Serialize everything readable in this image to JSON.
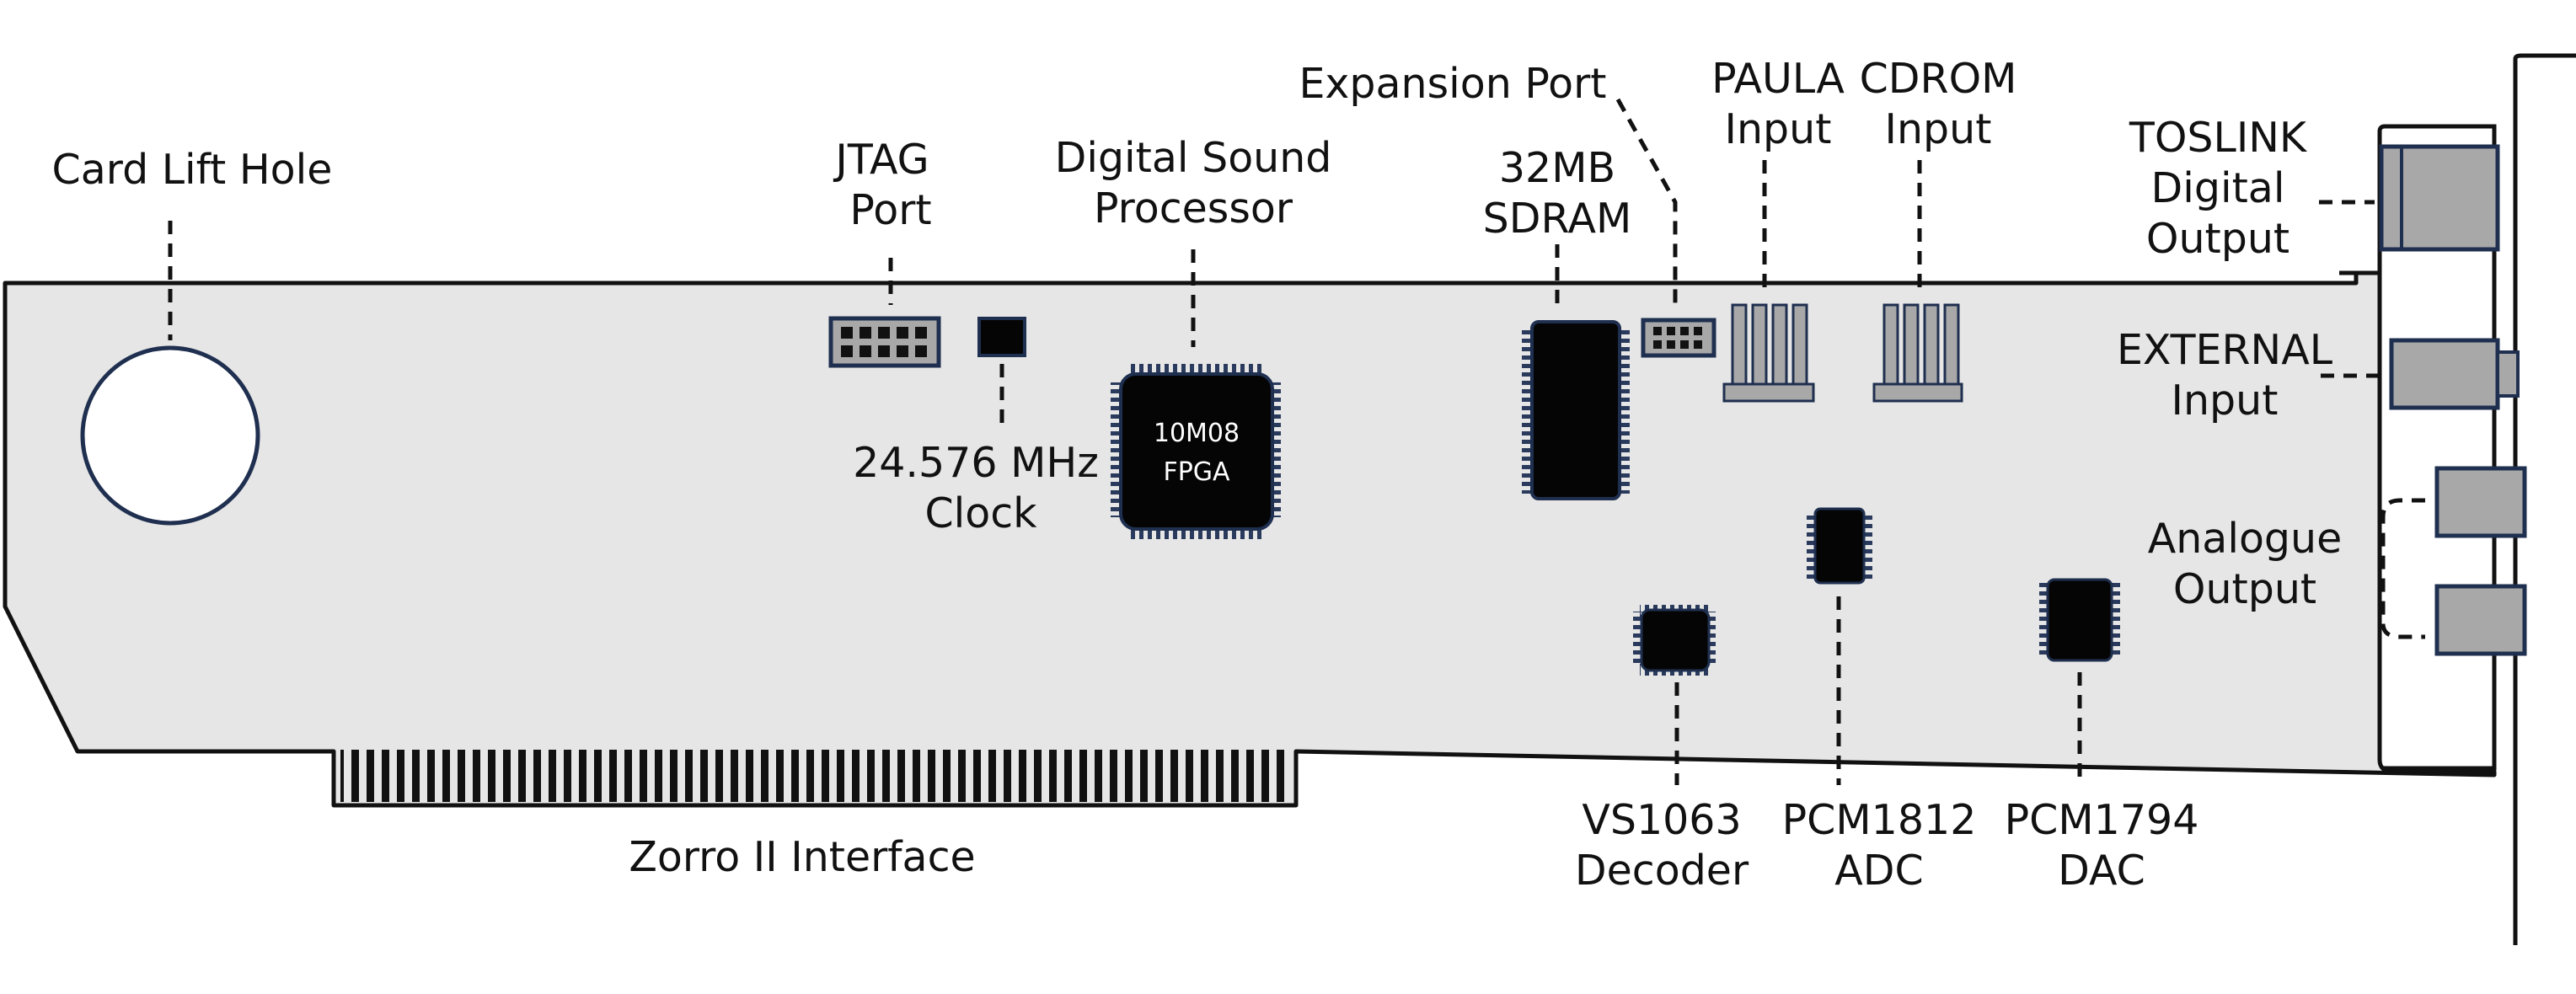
{
  "diagram": {
    "labels": {
      "card_lift_hole": "Card Lift Hole",
      "jtag_l1": "JTAG",
      "jtag_l2": "Port",
      "dsp_l1": "Digital Sound",
      "dsp_l2": "Processor",
      "clock_l1": "24.576 MHz",
      "clock_l2": "Clock",
      "expansion_port": "Expansion Port",
      "sdram_l1": "32MB",
      "sdram_l2": "SDRAM",
      "paula_l1": "PAULA",
      "paula_l2": "Input",
      "cdrom_l1": "CDROM",
      "cdrom_l2": "Input",
      "toslink_l1": "TOSLINK",
      "toslink_l2": "Digital",
      "toslink_l3": "Output",
      "external_l1": "EXTERNAL",
      "external_l2": "Input",
      "analogue_l1": "Analogue",
      "analogue_l2": "Output",
      "vs1063_l1": "VS1063",
      "vs1063_l2": "Decoder",
      "pcm1812_l1": "PCM1812",
      "pcm1812_l2": "ADC",
      "pcm1794_l1": "PCM1794",
      "pcm1794_l2": "DAC",
      "zorro": "Zorro II Interface"
    },
    "fpga": {
      "line1": "10M08",
      "line2": "FPGA"
    },
    "colors": {
      "board": "#e6e6e6",
      "outline": "#111111",
      "chip": "#050505",
      "pin": "#1f2f4f",
      "connector": "#a8a8a8",
      "connector_edge": "#1f2f4f"
    }
  }
}
